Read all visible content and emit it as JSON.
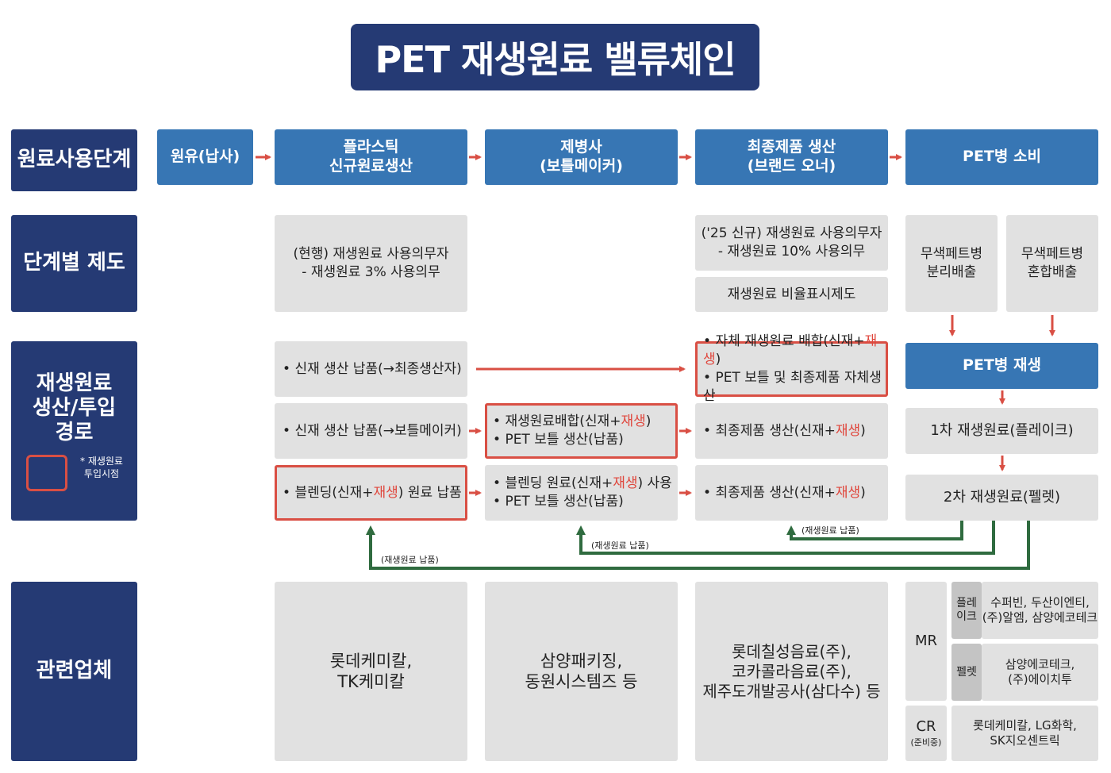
{
  "title": "PET 재생원료 밸류체인",
  "rows": {
    "stage": "원료사용단계",
    "policy": "단계별 제도",
    "path_1": "재생원료",
    "path_2": "생산/투입",
    "path_3": "경로",
    "companies": "관련업체"
  },
  "legend": {
    "line1": "* 재생원료",
    "line2": "투입시점"
  },
  "stages": {
    "s0": "원유(납사)",
    "s1_a": "플라스틱",
    "s1_b": "신규원료생산",
    "s2_a": "제병사",
    "s2_b": "(보틀메이커)",
    "s3_a": "최종제품 생산",
    "s3_b": "(브랜드 오너)",
    "s4": "PET병 소비"
  },
  "policy": {
    "p1_a": "(현행) 재생원료 사용의무자",
    "p1_b": "- 재생원료 3% 사용의무",
    "p3_a": "('25 신규) 재생원료 사용의무자",
    "p3_b": "- 재생원료 10% 사용의무",
    "p3_c": "재생원료 비율표시제도",
    "p4_a1": "무색페트병",
    "p4_a2": "분리배출",
    "p4_b1": "무색페트병",
    "p4_b2": "혼합배출"
  },
  "paths": {
    "r1c1": "신재 생산 납품(→최종생산자)",
    "r1c3_a": "자체 재생원료 배합(신재+",
    "r1c3_a_red": "재생",
    "r1c3_a_end": ")",
    "r1c3_b": "PET 보틀 및 최종제품 자체생산",
    "r2c1": "신재 생산 납품(→보틀메이커)",
    "r2c2_a": "재생원료배합(신재+",
    "r2c2_a_red": "재생",
    "r2c2_a_end": ")",
    "r2c2_b": "PET 보틀 생산(납품)",
    "r2c3": "최종제품 생산(신재+",
    "r2c3_red": "재생",
    "r2c3_end": ")",
    "r3c1": "블렌딩(신재+",
    "r3c1_red": "재생",
    "r3c1_end": ") 원료 납품",
    "r3c2_a": "블렌딩 원료(신재+",
    "r3c2_a_red": "재생",
    "r3c2_a_end": ") 사용",
    "r3c2_b": "PET 보틀 생산(납품)",
    "r3c3": "최종제품 생산(신재+",
    "r3c3_red": "재생",
    "r3c3_end": ")",
    "recycle": "PET병 재생",
    "flake": "1차 재생원료(플레이크)",
    "pellet": "2차 재생원료(펠렛)",
    "supply_label": "(재생원료 납품)"
  },
  "companies": {
    "c1_a": "롯데케미칼,",
    "c1_b": "TK케미칼",
    "c2_a": "삼양패키징,",
    "c2_b": "동원시스템즈 등",
    "c3_a": "롯데칠성음료(주),",
    "c3_b": "코카콜라음료(주),",
    "c3_c": "제주도개발공사(삼다수) 등",
    "mr": "MR",
    "cr": "CR",
    "cr_note": "(준비중)",
    "flake_label_a": "플레",
    "flake_label_b": "이크",
    "flake_cos_a": "수퍼빈, 두산이엔티,",
    "flake_cos_b": "(주)알엠, 삼양에코테크",
    "pellet_label": "펠렛",
    "pellet_cos_a": "삼양에코테크,",
    "pellet_cos_b": "(주)에이치투",
    "cr_cos_a": "롯데케미칼, LG화학,",
    "cr_cos_b": "SK지오센트릭"
  },
  "colors": {
    "navy": "#253a74",
    "blue": "#3776b4",
    "gray": "#e1e1e1",
    "red": "#d94f44",
    "green": "#2f6b3f"
  }
}
